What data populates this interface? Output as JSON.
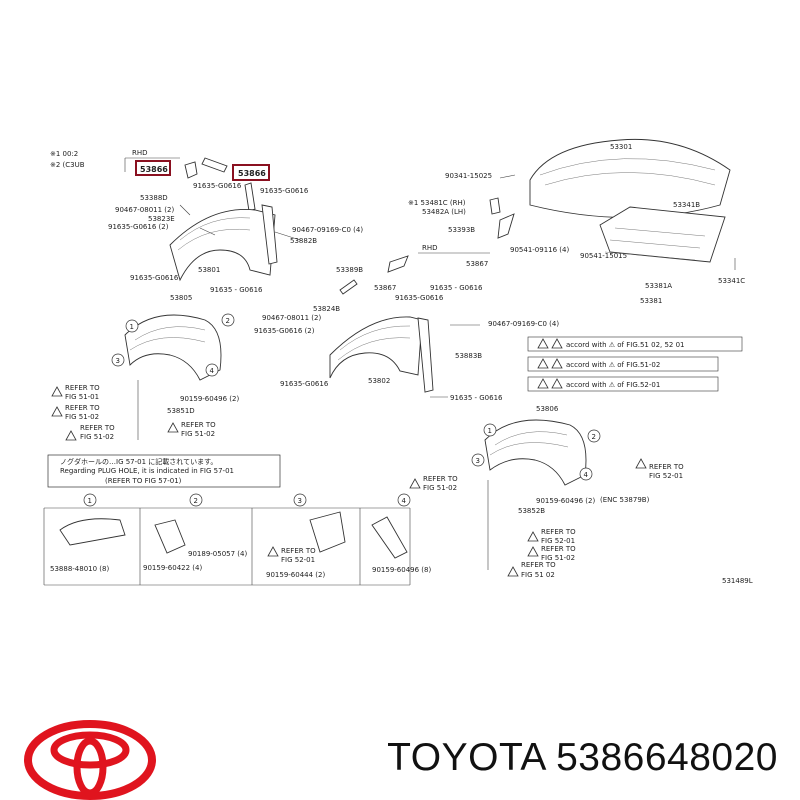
{
  "diagram": {
    "legend": {
      "line1": "※1  00:2",
      "line2": "※2  (C3UB",
      "col": "RHD"
    },
    "labels": {
      "p53866a": "53866",
      "p53866b": "53866",
      "p53388d": "53388D",
      "p90467a": "90467-08011 (2)",
      "p53823e": "53823E",
      "p91635a": "91635-G0616 (2)",
      "p91635b": "91635-G0616",
      "p91635c": "91635-G0616",
      "p90467b": "90467-09169-C0 (4)",
      "p53882b": "53882B",
      "p53801": "53801",
      "p91635d": "91635-G0616",
      "p91635e": "91635 - G0616",
      "p53805": "53805",
      "p53301": "53301",
      "p90341a": "90341-15025",
      "p53481c": "※1 53481C (RH)",
      "p53482a": "53482A (LH)",
      "p53393b": "53393B",
      "p90541a": "90541-09116 (4)",
      "p90541b": "90541-15015",
      "p53341b": "53341B",
      "p53381a": "53381A",
      "p53381": "53381",
      "p53341c": "53341C",
      "rhd2": "RHD",
      "p53389b": "53389B",
      "p53867": "53867",
      "p53867b": "53867",
      "p91635f": "91635 - G0616",
      "p90467c": "90467-08011 (2)",
      "p53824b": "53824B",
      "p91635g": "91635-G0616 (2)",
      "p90467d": "90467-09169-C0 (4)",
      "p53883b": "53883B",
      "p91635h": "91635-G0616",
      "p53802": "53802",
      "p91635i": "91635 - G0616",
      "p90159a": "90159-60496 (2)",
      "p53851d": "53851D",
      "p53806": "53806",
      "p90159b": "90159-60496 (2)",
      "p53852b": "53852B",
      "p53888": "53888-48010 (8)",
      "p90159c": "90159-60422 (4)",
      "p90189": "90189-05057 (4)",
      "p90159d": "90159-60444 (2)",
      "p90159e": "90159-60496 (8)",
      "fig_id": "531489L",
      "enc": "(ENC 53879B)"
    },
    "refs": {
      "r1": [
        "REFER TO",
        "FIG 51-01"
      ],
      "r2": [
        "REFER TO",
        "FIG 51-02"
      ],
      "r3": [
        "REFER TO",
        "FIG 51-02"
      ],
      "r4": [
        "REFER TO",
        "FIG 51-02"
      ],
      "r5": [
        "REFER TO",
        "FIG 51-02"
      ],
      "r6": [
        "REFER TO",
        "FIG 52-01"
      ],
      "r7": [
        "REFER TO",
        "FIG 52-01"
      ],
      "r8": [
        "REFER TO",
        "FIG 52-01"
      ],
      "r9": [
        "REFER TO",
        "FIG 51-02"
      ],
      "r10": [
        "REFER TO",
        "FIG 51 02"
      ]
    },
    "notes": [
      "accord with ⚠ of FIG.51 02, 52 01",
      "accord with ⚠ of FIG.51-02",
      "accord with ⚠ of FIG.52-01"
    ],
    "plug_note": [
      "ノグダホールの…IG 57-01 に記載されています。",
      "Regarding PLUG HOLE, it is indicated in FIG 57-01",
      "(REFER TO FIG 57-01)"
    ],
    "callouts": [
      "1",
      "2",
      "3",
      "4"
    ]
  },
  "brand": {
    "logo_icon": "toyota-logo-icon",
    "logo_color": "#e0141e",
    "text": "TOYOTA 5386648020"
  }
}
